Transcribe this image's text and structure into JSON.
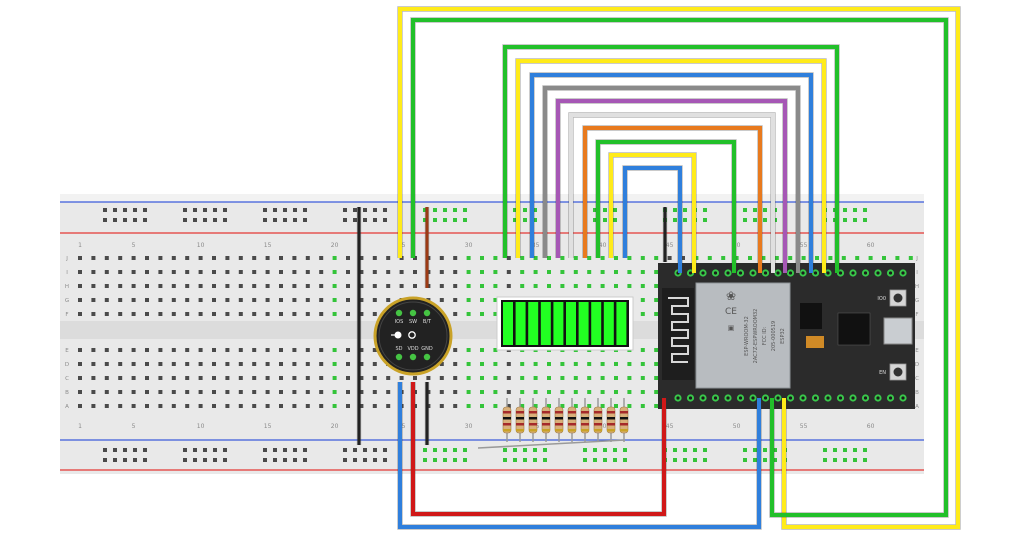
{
  "breadboard": {
    "row_letters_top": [
      "J",
      "I",
      "H",
      "G",
      "F"
    ],
    "row_letters_bottom": [
      "E",
      "D",
      "C",
      "B",
      "A"
    ],
    "column_numbers": [
      "1",
      "5",
      "10",
      "15",
      "20",
      "25",
      "30",
      "35",
      "40",
      "45",
      "50",
      "55",
      "60"
    ],
    "colors": {
      "board": "#e9e9e9",
      "rail_red": "#e53935",
      "rail_blue": "#3b5bdb",
      "hole": "#4a4a4a",
      "hole_active": "#34c43a"
    }
  },
  "microphone": {
    "pin_labels_top": [
      "IOS",
      "SW",
      "B/T"
    ],
    "pin_labels_bottom": [
      "SD",
      "VDD",
      "GND"
    ],
    "colors": {
      "ring": "#c9a227",
      "body": "#222222",
      "pin": "#45c443"
    }
  },
  "led_bar": {
    "segment_count": 10,
    "colors": {
      "segment": "#22ff22",
      "frame": "#111111"
    }
  },
  "esp32": {
    "module_lines": [
      "ESP-WROOM-32",
      "2AC7Z-ESPWROOM32",
      "FCC ID:",
      "205-000519",
      "ESP32"
    ],
    "button_labels": [
      "IO0",
      "EN"
    ],
    "colors": {
      "board": "#2b2b2b",
      "module": "#b8bcc0",
      "pin": "#39c84a"
    }
  },
  "wires": {
    "colors": {
      "yellow": "#ffeb1a",
      "green": "#22c02a",
      "blue": "#2f7fdc",
      "gray": "#8a8a8a",
      "purple": "#a657b5",
      "white": "#e0e0e0",
      "orange": "#e87a1e",
      "red": "#d01818",
      "black": "#222222",
      "brown": "#9c3a14"
    }
  }
}
